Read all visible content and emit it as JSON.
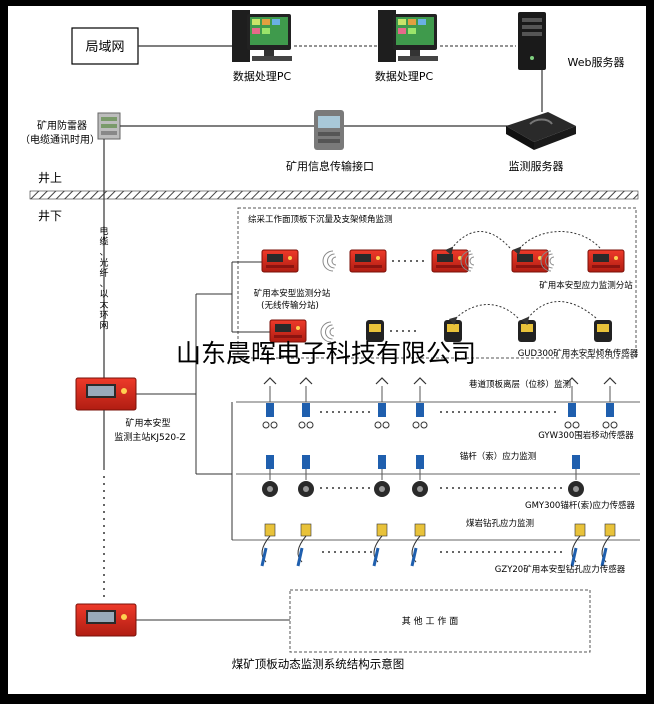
{
  "labels": {
    "lan": "局域网",
    "pc1": "数据处理PC",
    "pc2": "数据处理PC",
    "web_server": "Web服务器",
    "lightning_line1": "矿用防雷器",
    "lightning_line2": "（电缆通讯时用）",
    "transfer_interface": "矿用信息传输接口",
    "monitor_server": "监测服务器",
    "above_ground": "井上",
    "below_ground": "井下",
    "cable_vertical": "电缆、光纤、以太环网",
    "fully_mech_title": "综采工作面顶板下沉量及支架倾角监测",
    "substation_line1": "矿用本安型监测分站",
    "substation_line2": "(无线传输分站)",
    "stress_station": "矿用本安型应力监测分站",
    "gud_sensor": "GUD300矿用本安型倾角传感器",
    "company_watermark": "山东晨晖电子科技有限公司",
    "main_station_line1": "矿用本安型",
    "main_station_line2": "监测主站KJ520-Z",
    "roadway_title": "巷道顶板离层（位移）监测",
    "gyw_sensor": "GYW300围岩移动传感器",
    "anchor_title": "锚杆（索）应力监测",
    "gmy_sensor": "GMY300锚杆(索)应力传感器",
    "coal_title": "煤岩钻孔应力监测",
    "gzy_sensor": "GZY20矿用本安型钻孔应力传感器",
    "other_workface": "其 他 工 作 面",
    "caption": "煤矿顶板动态监测系统结构示意图"
  },
  "colors": {
    "background": "#ffffff",
    "border": "#000000",
    "device_red": "#d42a1c",
    "device_dark_red": "#8c1410",
    "server_black": "#1a1a1a",
    "screen_green": "#3f9a4c",
    "line": "#333333",
    "dash": "#555555"
  },
  "icons": [
    "lan-box",
    "desktop-pc-icon",
    "tower-server-icon",
    "lightning-protector-icon",
    "interface-box-icon",
    "router-icon",
    "wireless-station-icon",
    "tilt-sensor-icon",
    "displacement-sensor-icon",
    "anchor-sensor-icon",
    "borehole-sensor-icon",
    "main-station-icon"
  ]
}
